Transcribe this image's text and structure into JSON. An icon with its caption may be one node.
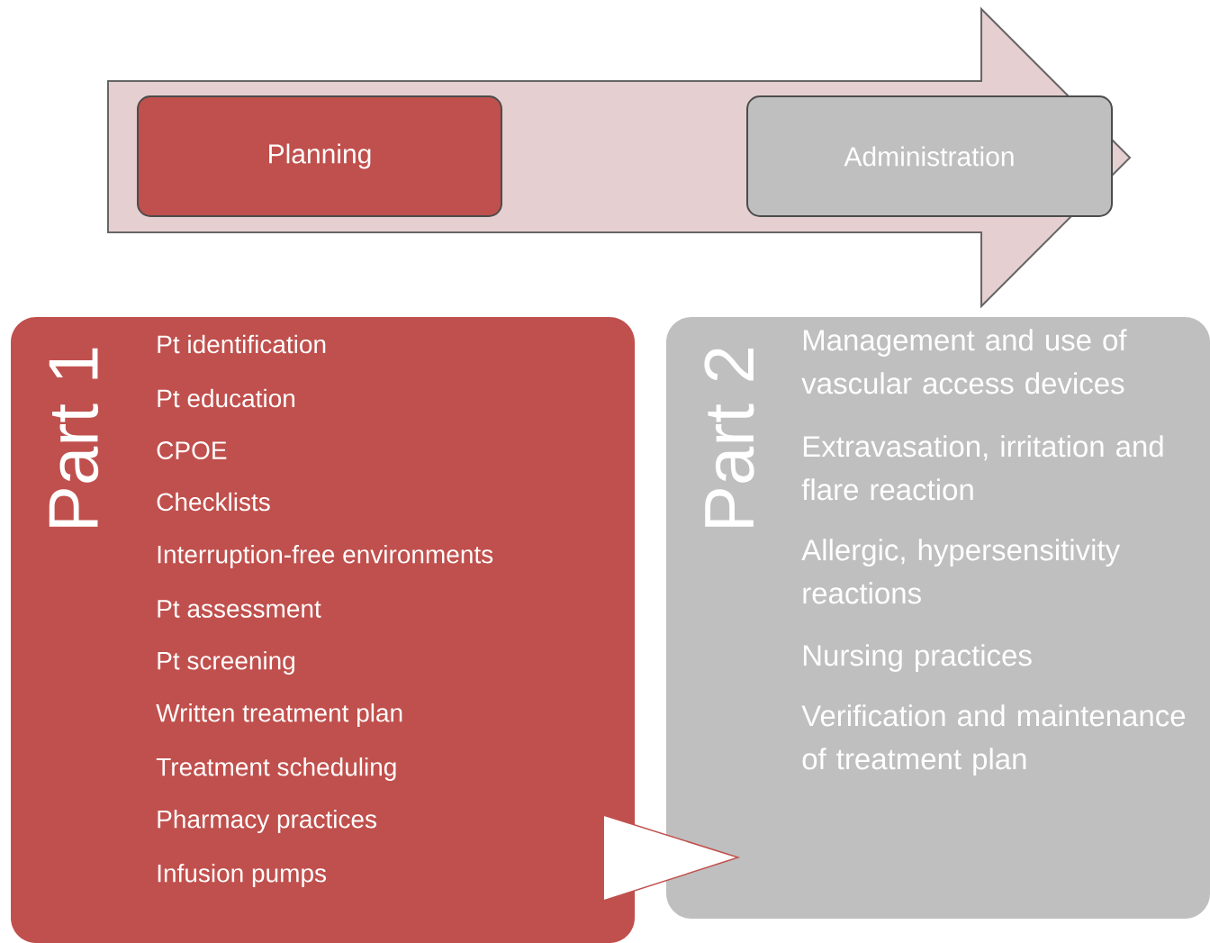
{
  "diagram": {
    "nodes": [
      {
        "text": [],
        "shape": "arrow"
      },
      {
        "text": [
          "Planning"
        ],
        "in": 0
      },
      {
        "text": [
          "Administration"
        ],
        "in": 0
      },
      {
        "text": [
          "Part 1",
          "Pt identification",
          "Pt education",
          "CPOE",
          "Checklists",
          "Interruption-free environments",
          "Pt assessment",
          "Pt screening",
          "Written treatment plan",
          "Treatment scheduling",
          "Pharmacy practices",
          "Infusion pumps"
        ]
      },
      {
        "text": [
          "Part 2",
          "Management and use of vascular access devices",
          "Extravasation, irritation and flare reaction",
          "Allergic, hypersensitivity reactions",
          "Nursing practices",
          "Verification and maintenance of treatment plan"
        ]
      }
    ],
    "edges": [
      {
        "from": 3,
        "to": 4,
        "arrow": "to"
      }
    ]
  }
}
